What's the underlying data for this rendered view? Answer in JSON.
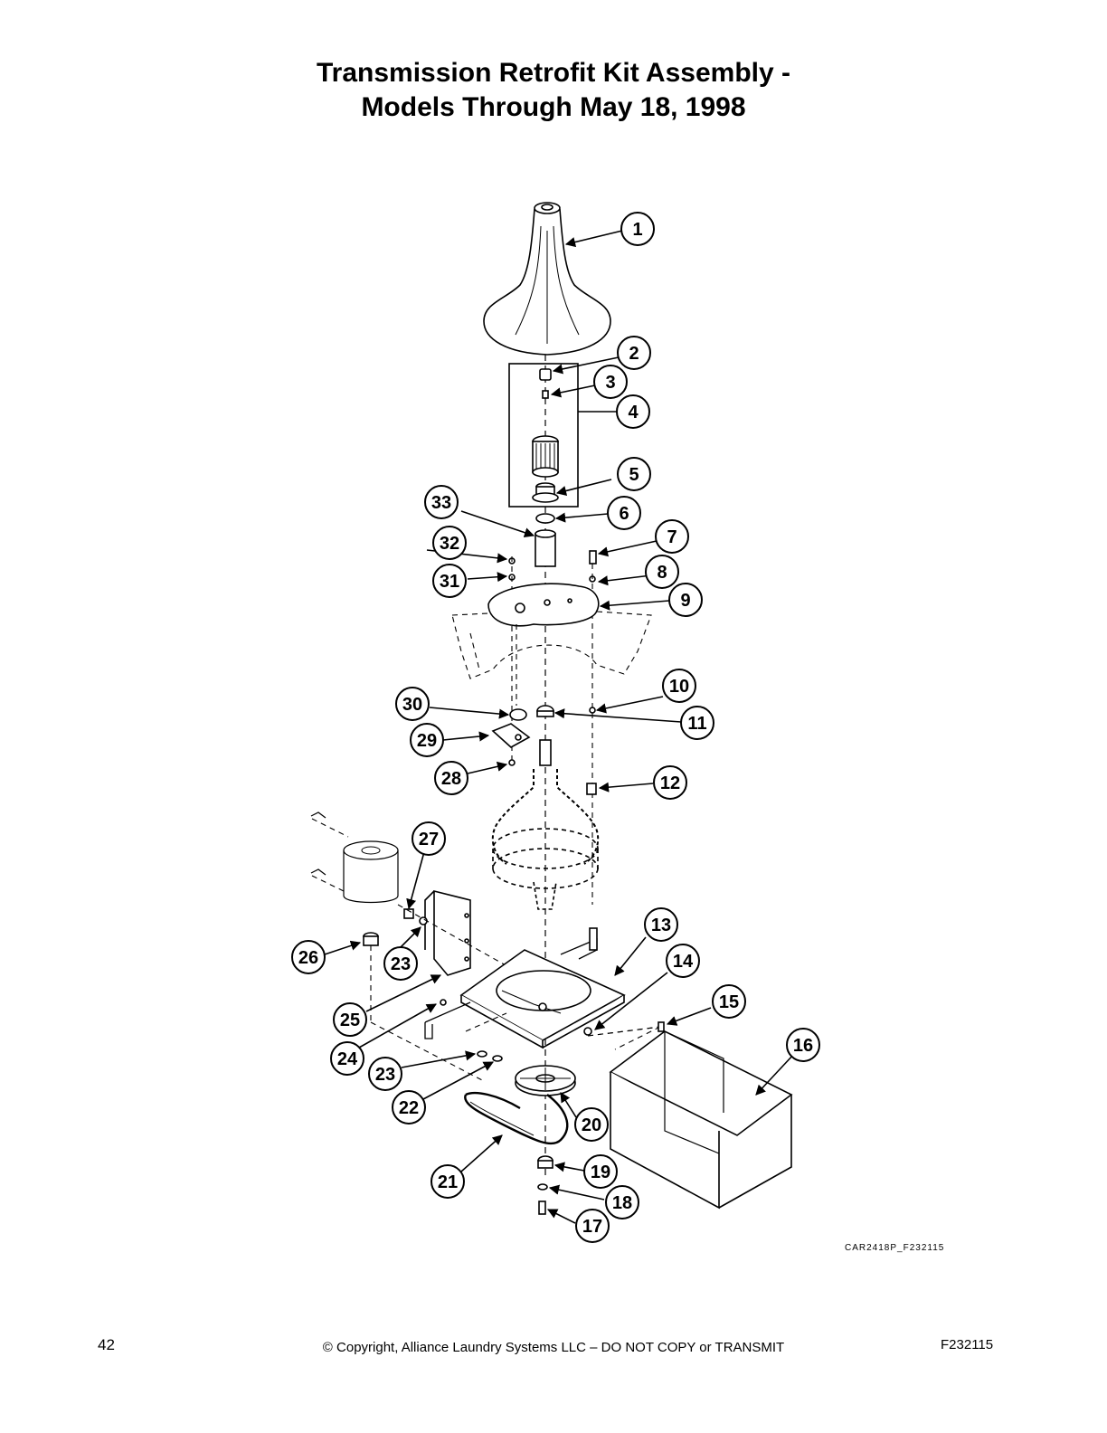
{
  "title": {
    "line1": "Transmission Retrofit Kit Assembly -",
    "line2": "Models Through May 18, 1998"
  },
  "callouts": [
    "1",
    "2",
    "3",
    "4",
    "5",
    "6",
    "7",
    "8",
    "9",
    "10",
    "11",
    "12",
    "13",
    "14",
    "15",
    "16",
    "17",
    "18",
    "19",
    "20",
    "21",
    "22",
    "23",
    "23",
    "24",
    "25",
    "26",
    "27",
    "28",
    "29",
    "30",
    "31",
    "32",
    "33"
  ],
  "figure_code": "CAR2418P_F232115",
  "footer": {
    "page_number": "42",
    "copyright": "© Copyright, Alliance Laundry Systems LLC – DO NOT COPY or TRANSMIT",
    "doc_code": "F232115"
  }
}
